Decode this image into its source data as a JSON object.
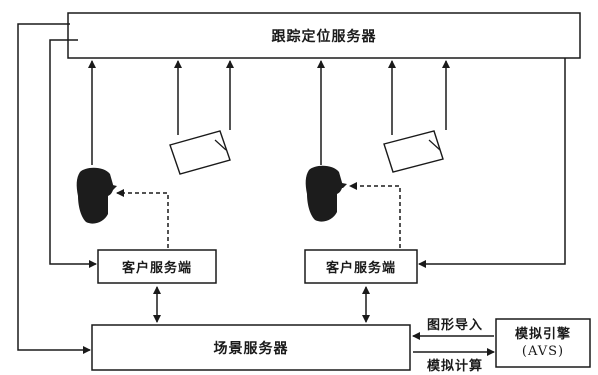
{
  "diagram": {
    "tracking_server": "跟踪定位服务器",
    "client_left": "客户服务端",
    "client_right": "客户服务端",
    "scene_server": "场景服务器",
    "simulation_engine_line1": "模拟引擎",
    "simulation_engine_line2": "(AVS)",
    "edge_graphics_import": "图形导入",
    "edge_simulation_compute": "模拟计算"
  }
}
